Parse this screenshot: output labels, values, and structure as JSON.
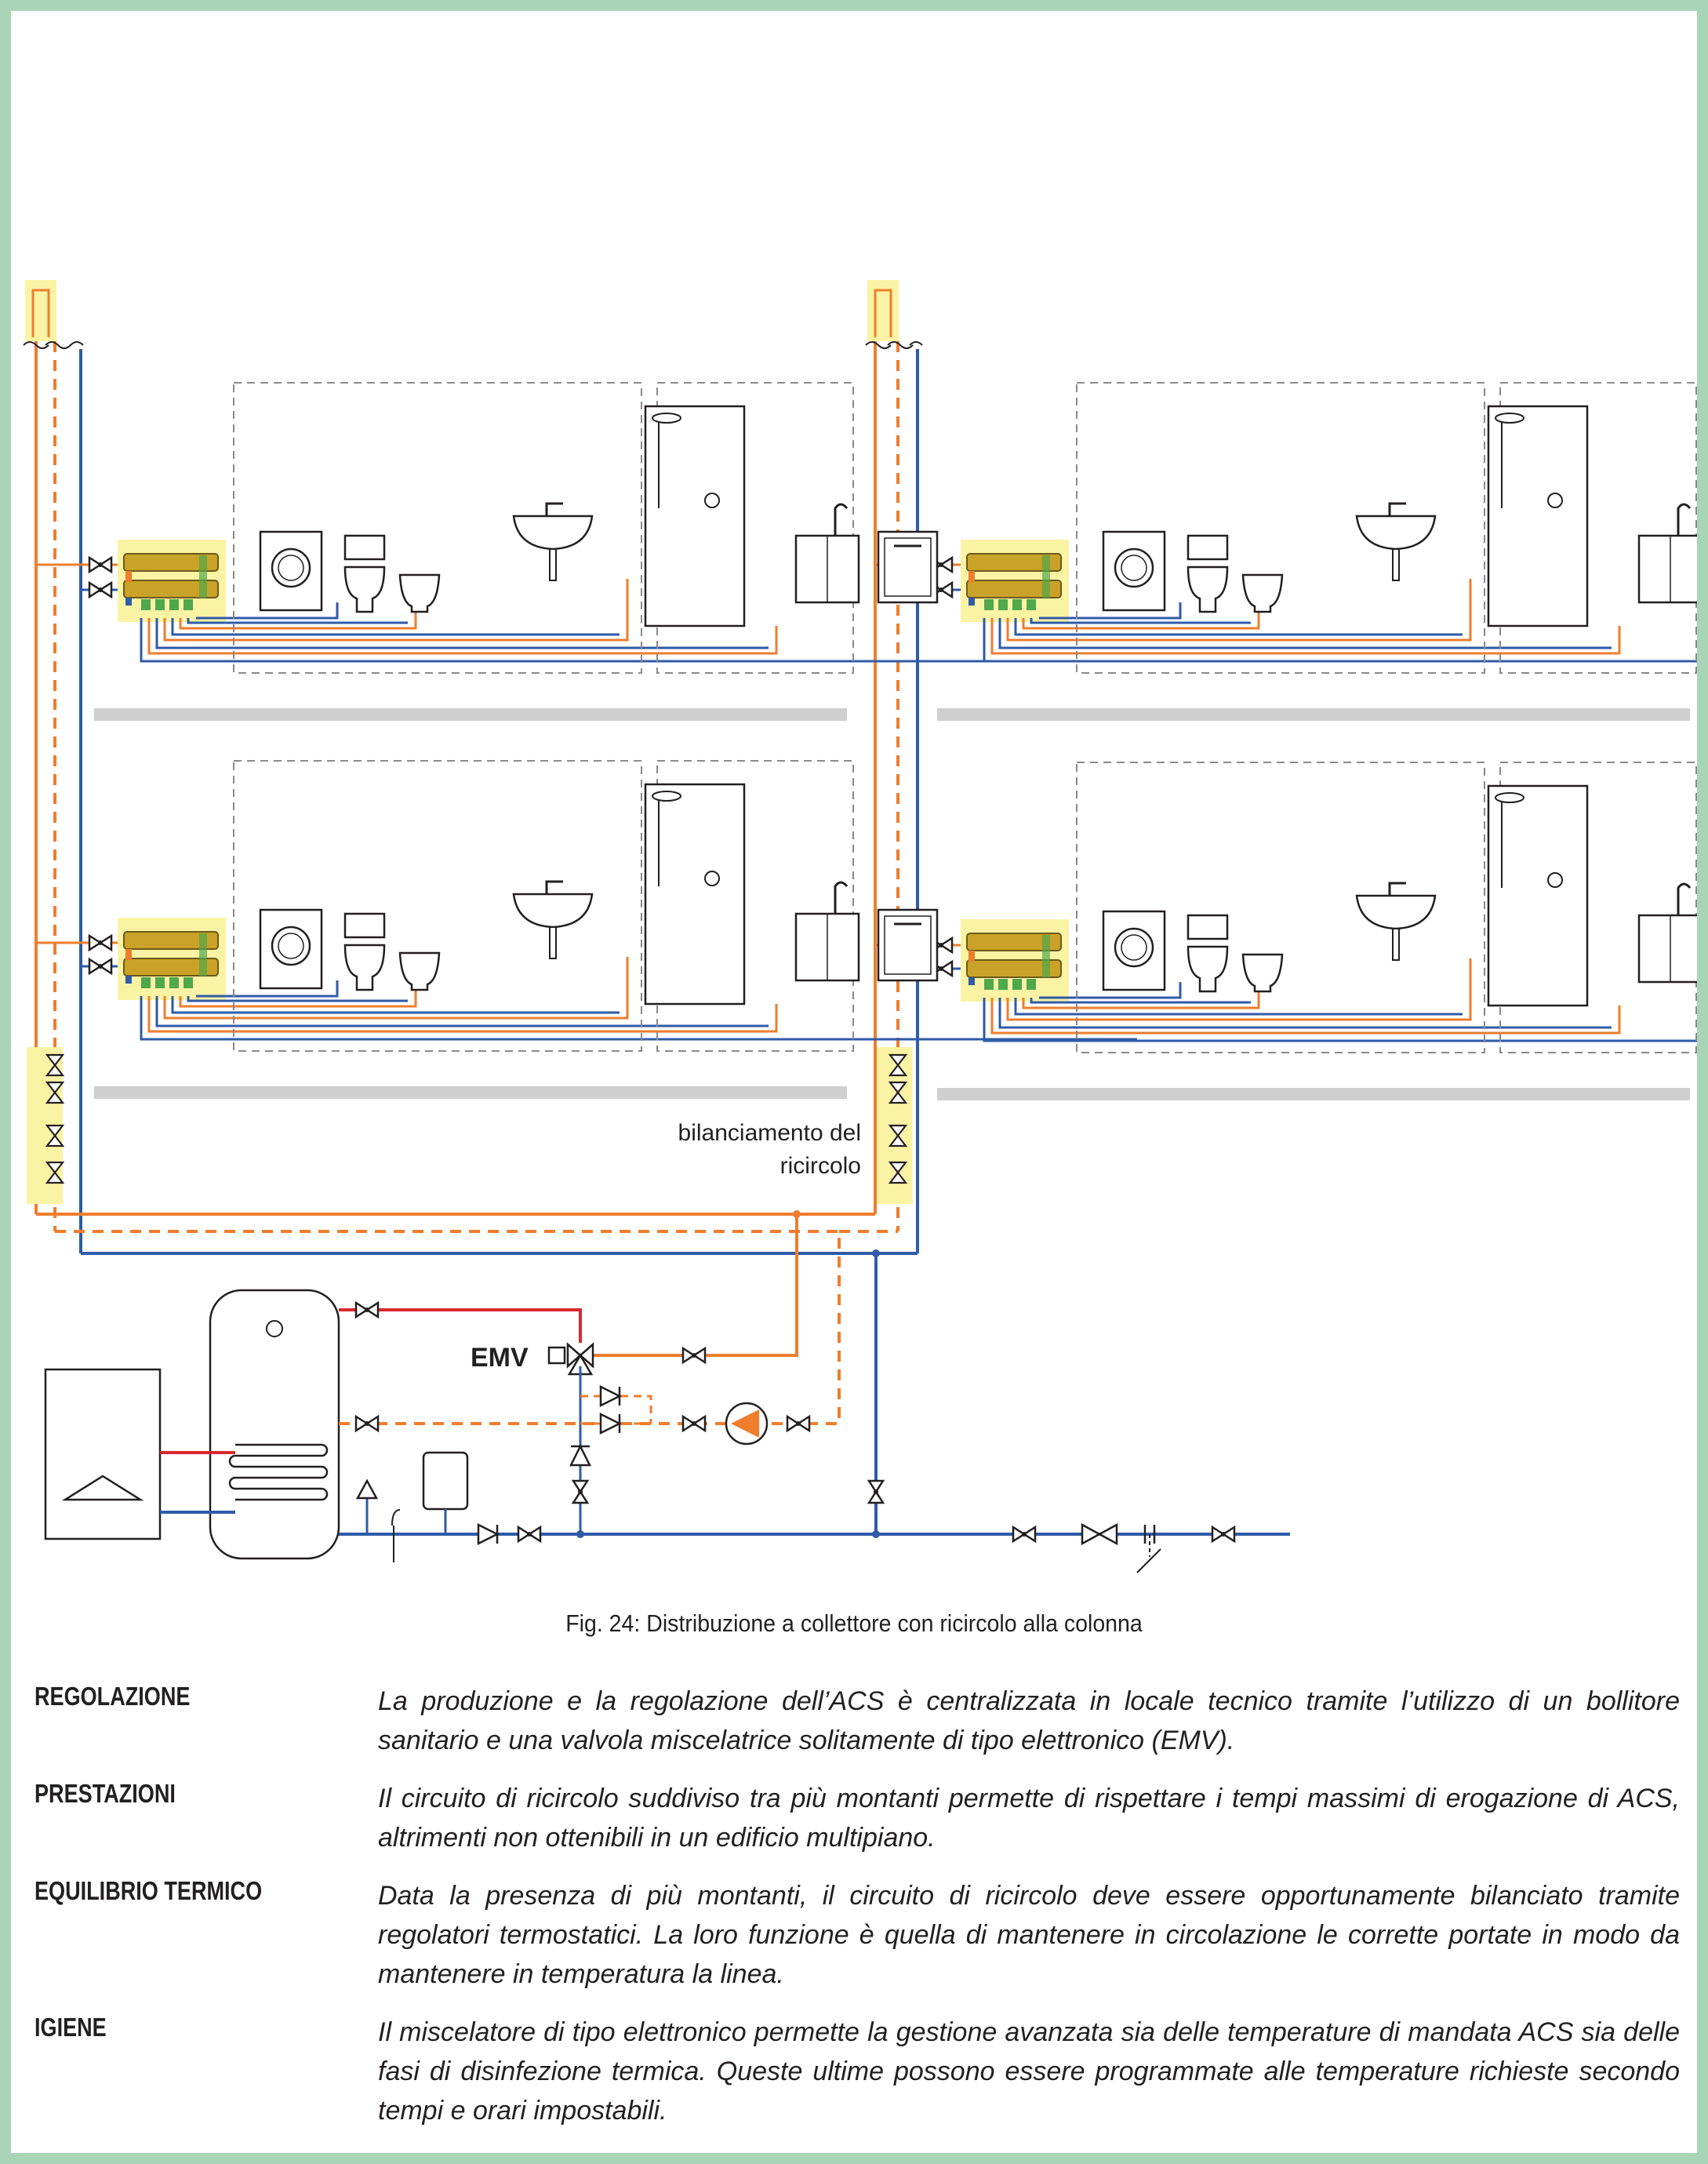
{
  "figure": {
    "emv_label": "EMV",
    "balancing_label_line1": "bilanciamento del",
    "balancing_label_line2": "ricircolo",
    "caption": "Fig. 24: Distribuzione a collettore con ricircolo alla colonna",
    "colors": {
      "hot": "#ee7d2e",
      "cold": "#2f5ba8",
      "primary": "#d7282f",
      "highlight": "#fbf3a4",
      "frame": "#a9d4b6",
      "floor": "#cfcfcf"
    }
  },
  "definitions": [
    {
      "term": "REGOLAZIONE",
      "text": "La produzione e la regolazione dell’ACS è centralizzata in locale tecnico tramite l’utilizzo di un bollitore sanitario e una valvola miscelatrice solitamente di tipo elettronico (EMV)."
    },
    {
      "term": "PRESTAZIONI",
      "text": "Il circuito di ricircolo suddiviso tra più montanti permette di rispettare i tempi massimi di erogazione di ACS, altrimenti non ottenibili in un edificio multipiano."
    },
    {
      "term": "EQUILIBRIO TERMICO",
      "text": "Data la presenza di più montanti, il circuito di ricircolo deve essere opportunamente bilanciato tramite regolatori termostatici. La loro funzione è quella di mantenere in circolazione le corrette portate in modo da mantenere in temperatura la linea."
    },
    {
      "term": "IGIENE",
      "text": "Il miscelatore di tipo elettronico permette la gestione avanzata sia delle temperature di mandata ACS sia delle fasi di disinfezione termica. Queste ultime possono essere programmate alle temperature richieste secondo tempi e orari impostabili."
    }
  ]
}
